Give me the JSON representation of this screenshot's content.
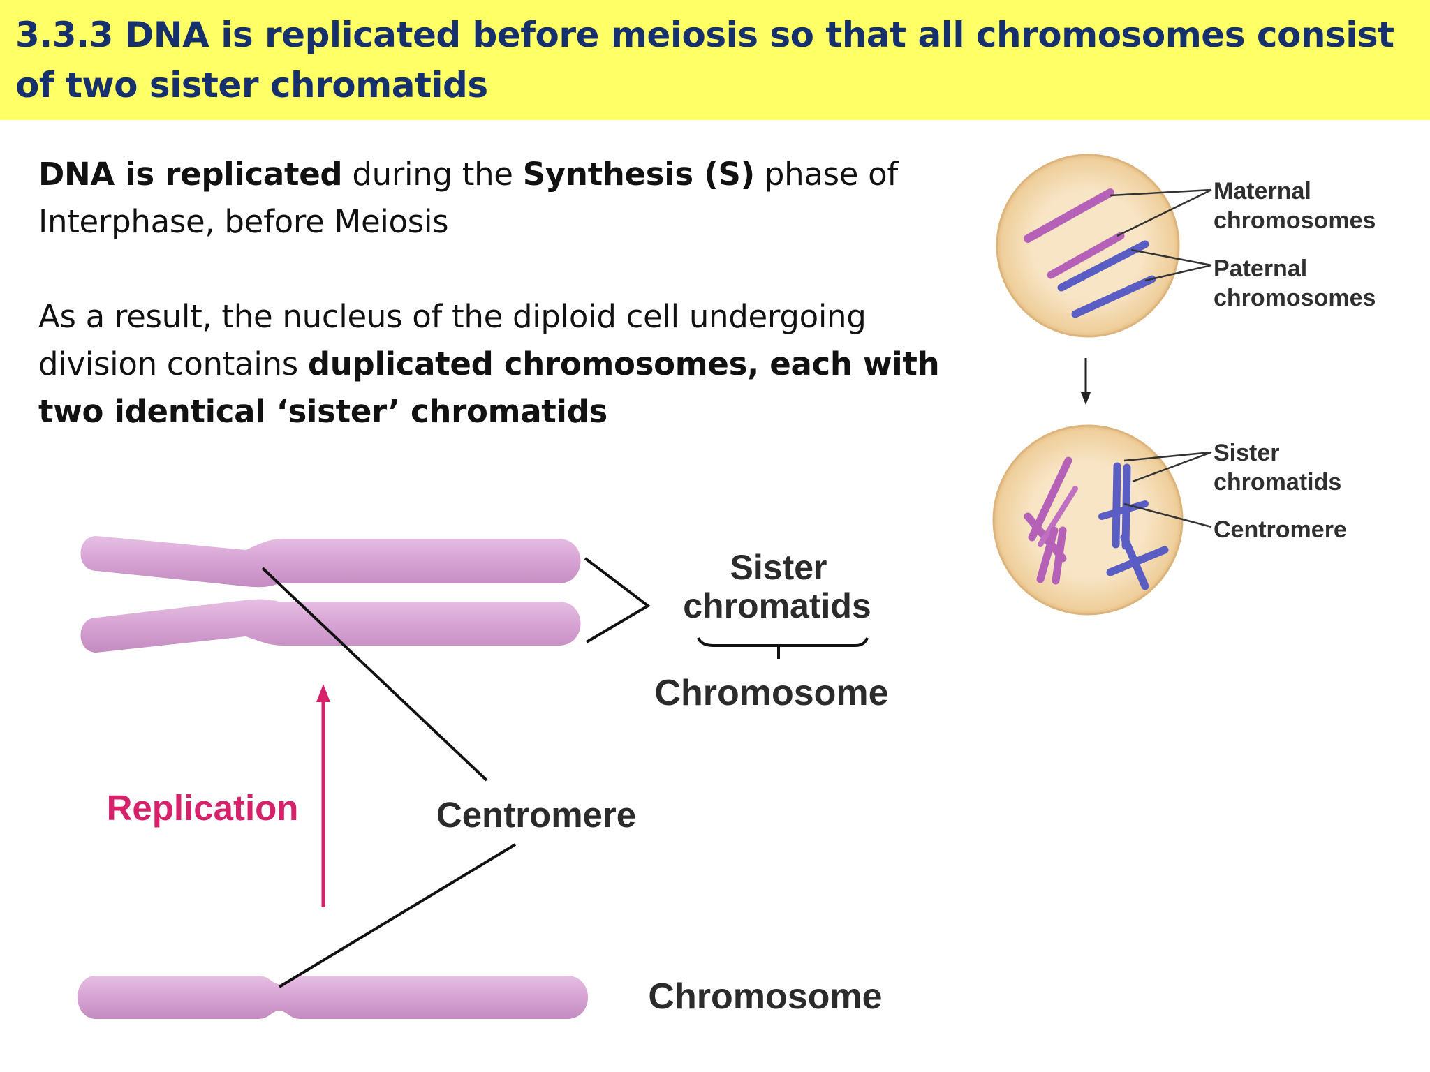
{
  "slide": {
    "title": "3.3.3 DNA is replicated before meiosis so that all chromosomes consist of two sister chromatids"
  },
  "paragraph1": {
    "bold1": "DNA is replicated",
    "text1": " during the ",
    "bold2": "Synthesis (S)",
    "text2": " phase of Interphase, before Meiosis"
  },
  "paragraph2": {
    "text1": "As a result, the nucleus of the diploid cell undergoing division contains ",
    "bold1": "duplicated chromosomes, each with two identical ‘sister’ chromatids"
  },
  "main_diagram": {
    "sister_line1": "Sister",
    "sister_line2": "chromatids",
    "chromosome_top": "Chromosome",
    "replication": "Replication",
    "centromere": "Centromere",
    "chromosome_bottom": "Chromosome"
  },
  "cell_diagram": {
    "maternal_line1": "Maternal",
    "maternal_line2": "chromosomes",
    "paternal_line1": "Paternal",
    "paternal_line2": "chromosomes",
    "sister_line1": "Sister",
    "sister_line2": "chromatids",
    "centromere": "Centromere"
  },
  "colors": {
    "title_bg": "#ffff66",
    "title_text": "#16306e",
    "chromatid": "#d9a6d6",
    "maternal": "#b561b8",
    "paternal": "#5a5ec4",
    "replication_arrow": "#d6226b",
    "cell_fill": "#f6dfb8"
  }
}
